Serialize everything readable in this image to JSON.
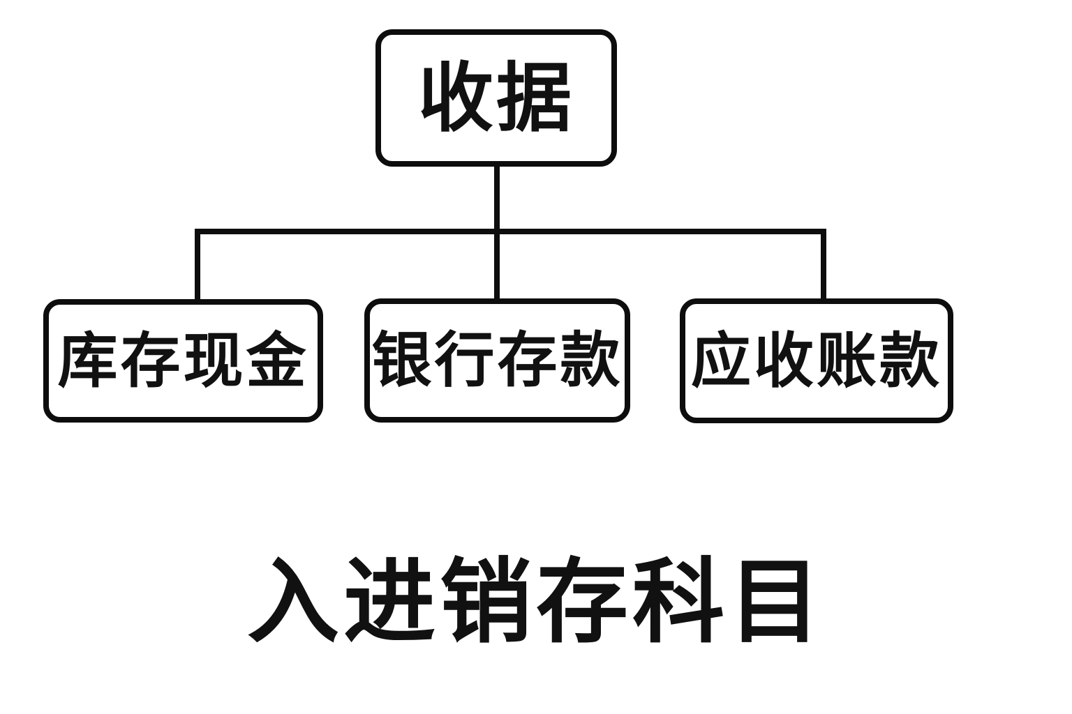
{
  "diagram": {
    "type": "org-chart",
    "root": {
      "label": "收据"
    },
    "children": [
      {
        "label": "库存现金"
      },
      {
        "label": "银行存款"
      },
      {
        "label": "应收账款"
      }
    ],
    "edges": [
      {
        "from": "收据",
        "to": "库存现金"
      },
      {
        "from": "收据",
        "to": "银行存款"
      },
      {
        "from": "收据",
        "to": "应收账款"
      }
    ],
    "caption": "入进销存科目",
    "colors": {
      "line": "#0d0d0d",
      "text": "#111111",
      "background": "#ffffff"
    }
  }
}
